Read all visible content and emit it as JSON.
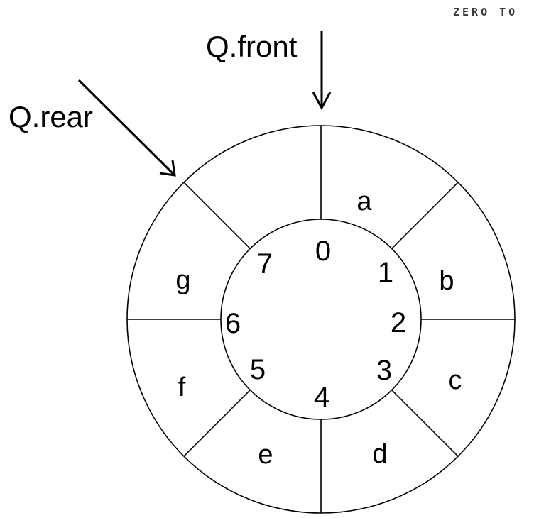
{
  "watermark": "ZERO TO",
  "pointers": {
    "front": {
      "label": "Q.front",
      "points_to_index": 0
    },
    "rear": {
      "label": "Q.rear",
      "points_to_index": 7
    }
  },
  "queue": {
    "capacity": 8,
    "indices": [
      "0",
      "1",
      "2",
      "3",
      "4",
      "5",
      "6",
      "7"
    ],
    "slots": [
      "a",
      "b",
      "c",
      "d",
      "e",
      "f",
      "g",
      ""
    ]
  }
}
